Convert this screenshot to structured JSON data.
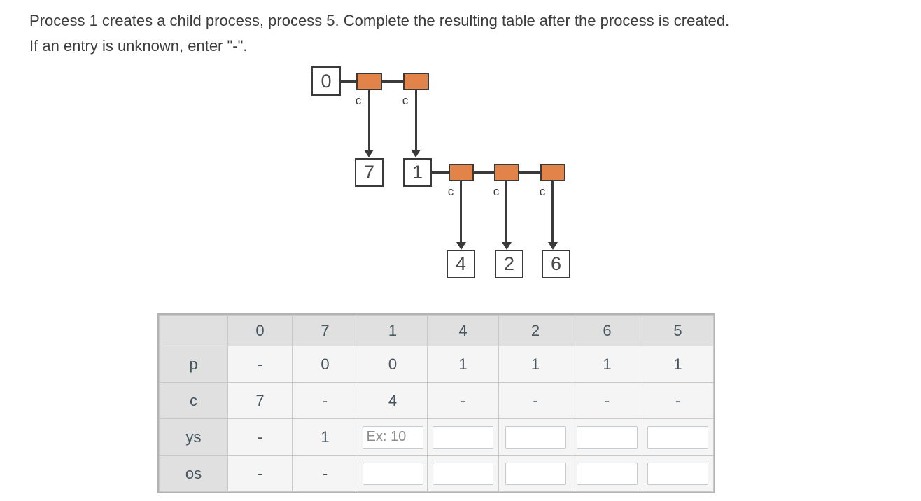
{
  "instructions": {
    "line1": "Process 1 creates a child process, process 5. Complete the resulting table after the process is created.",
    "line2": "If an entry is unknown, enter \"-\"."
  },
  "diagram": {
    "child_pointer_label": "c",
    "nodes": {
      "root": "0",
      "l1a": "7",
      "l1b": "1",
      "l2a": "4",
      "l2b": "2",
      "l2c": "6"
    },
    "colors": {
      "link_block_fill": "#e28449",
      "line": "#3a3a3a",
      "node_fill": "#ffffff"
    }
  },
  "table": {
    "columns": [
      "",
      "0",
      "7",
      "1",
      "4",
      "2",
      "6",
      "5"
    ],
    "rows": [
      {
        "label": "p",
        "cells": [
          "-",
          "0",
          "0",
          "1",
          "1",
          "1",
          "1"
        ]
      },
      {
        "label": "c",
        "cells": [
          "7",
          "-",
          "4",
          "-",
          "-",
          "-",
          "-"
        ]
      },
      {
        "label": "ys",
        "cells": [
          "-",
          "1"
        ]
      },
      {
        "label": "os",
        "cells": [
          "-",
          "-"
        ]
      }
    ],
    "input_placeholder": "Ex: 10",
    "colors": {
      "header_bg": "#e0e0e0",
      "cell_bg": "#f5f5f5",
      "text": "#47565f",
      "outer_border": "#b3b3b3"
    }
  }
}
